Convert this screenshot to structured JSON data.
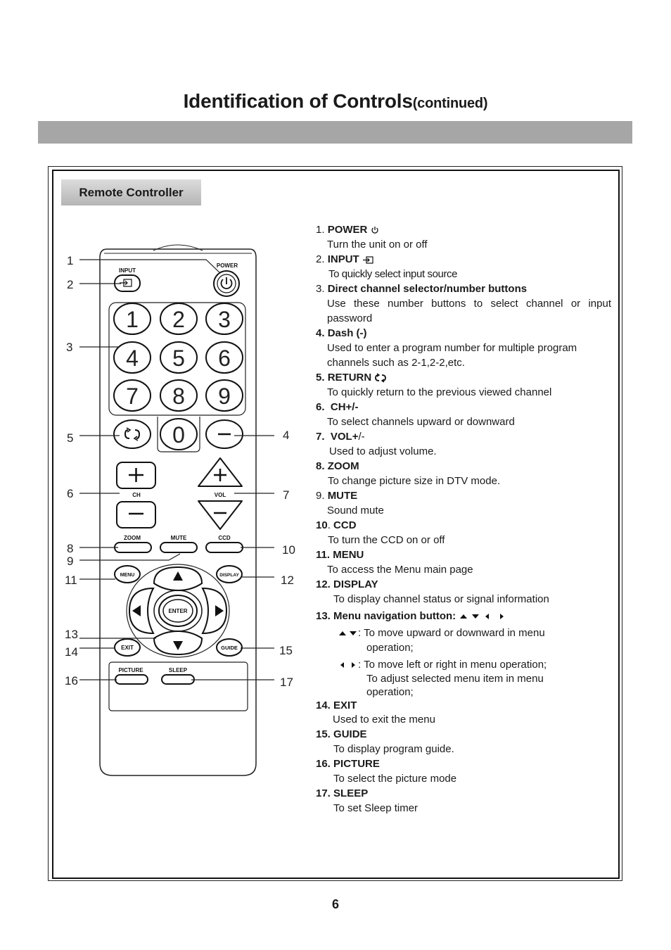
{
  "header": {
    "title": "Identification of Controls",
    "subtitle": "(continued)"
  },
  "section_label": "Remote Controller",
  "remote": {
    "labels": {
      "input": "INPUT",
      "power": "POWER",
      "ch": "CH",
      "vol": "VOL",
      "zoom": "ZOOM",
      "mute": "MUTE",
      "ccd": "CCD",
      "menu": "MENU",
      "display": "DISPLAY",
      "enter": "ENTER",
      "exit": "EXIT",
      "guide": "GUIDE",
      "picture": "PICTURE",
      "sleep": "SLEEP"
    },
    "digits": [
      "1",
      "2",
      "3",
      "4",
      "5",
      "6",
      "7",
      "8",
      "9",
      "0"
    ],
    "callouts": [
      "1",
      "2",
      "3",
      "4",
      "5",
      "6",
      "7",
      "8",
      "9",
      "10",
      "11",
      "12",
      "13",
      "14",
      "15",
      "16",
      "17"
    ]
  },
  "items": [
    {
      "head_num": "1",
      "head_sep": ". ",
      "head": "POWER",
      "icon": "power-icon",
      "lines": [
        "Turn the unit on or off"
      ]
    },
    {
      "head_num": "2",
      "head_sep": ". ",
      "head": "INPUT",
      "icon": "input-icon",
      "lines": [
        "To quickly select input source"
      ]
    },
    {
      "head_num": "3",
      "head_sep": ". ",
      "head": "Direct channel selector/number buttons",
      "lines": [
        "Use these number buttons to select channel or input password"
      ]
    },
    {
      "head_num": "4.",
      "head_sep": " ",
      "head": "Dash (-)",
      "lines": [
        "Used to enter a program number for multiple program channels such as 2-1,2-2,etc."
      ]
    },
    {
      "head_num": "5.",
      "head_sep": " ",
      "head": "RETURN",
      "icon": "return-icon",
      "lines": [
        "To quickly return to the previous viewed channel"
      ]
    },
    {
      "head_num": "6.",
      "head_sep": "  ",
      "head": "CH+/-",
      "lines": [
        "To select channels upward or downward"
      ]
    },
    {
      "head_num": "7.",
      "head_sep": "  ",
      "head": "VOL+",
      "head_tail": "/-",
      "lines": [
        "Used to adjust volume."
      ]
    },
    {
      "head_num": "8.",
      "head_sep": " ",
      "head": "ZOOM",
      "lines": [
        "To change picture size in DTV mode."
      ]
    },
    {
      "head_num": "9",
      "head_sep": ". ",
      "head": "MUTE",
      "lines": [
        "Sound mute"
      ]
    },
    {
      "head_num": "10",
      "head_sep": ". ",
      "head": "CCD",
      "lines": [
        "To turn the CCD on or off"
      ]
    },
    {
      "head_num": "11.",
      "head_sep": " ",
      "head": "MENU",
      "lines": [
        "To access the Menu main page"
      ]
    },
    {
      "head_num": "12.",
      "head_sep": " ",
      "head": "DISPLAY",
      "lines": [
        "To display channel status or signal information"
      ]
    },
    {
      "head_num": "13.",
      "head_sep": " ",
      "head": "Menu navigation button:",
      "icon": "arrows-icon",
      "nav": [
        {
          "icon": "up-down-icon",
          "text": ": To move upward or downward in menu",
          "cont": [
            "operation;"
          ]
        },
        {
          "icon": "left-right-icon",
          "text": ": To move left or right in menu operation;",
          "cont": [
            "To adjust selected menu item in menu",
            "operation;"
          ]
        }
      ]
    },
    {
      "head_num": "14.",
      "head_sep": " ",
      "head": "EXIT",
      "lines": [
        "Used to exit the menu"
      ]
    },
    {
      "head_num": "15.",
      "head_sep": " ",
      "head": "GUIDE",
      "lines": [
        "To display program guide."
      ]
    },
    {
      "head_num": "16.",
      "head_sep": " ",
      "head": "PICTURE",
      "lines": [
        "To select the picture mode"
      ]
    },
    {
      "head_num": "17.",
      "head_sep": " ",
      "head": "SLEEP",
      "lines": [
        "To set Sleep timer"
      ]
    }
  ],
  "page_number": "6"
}
